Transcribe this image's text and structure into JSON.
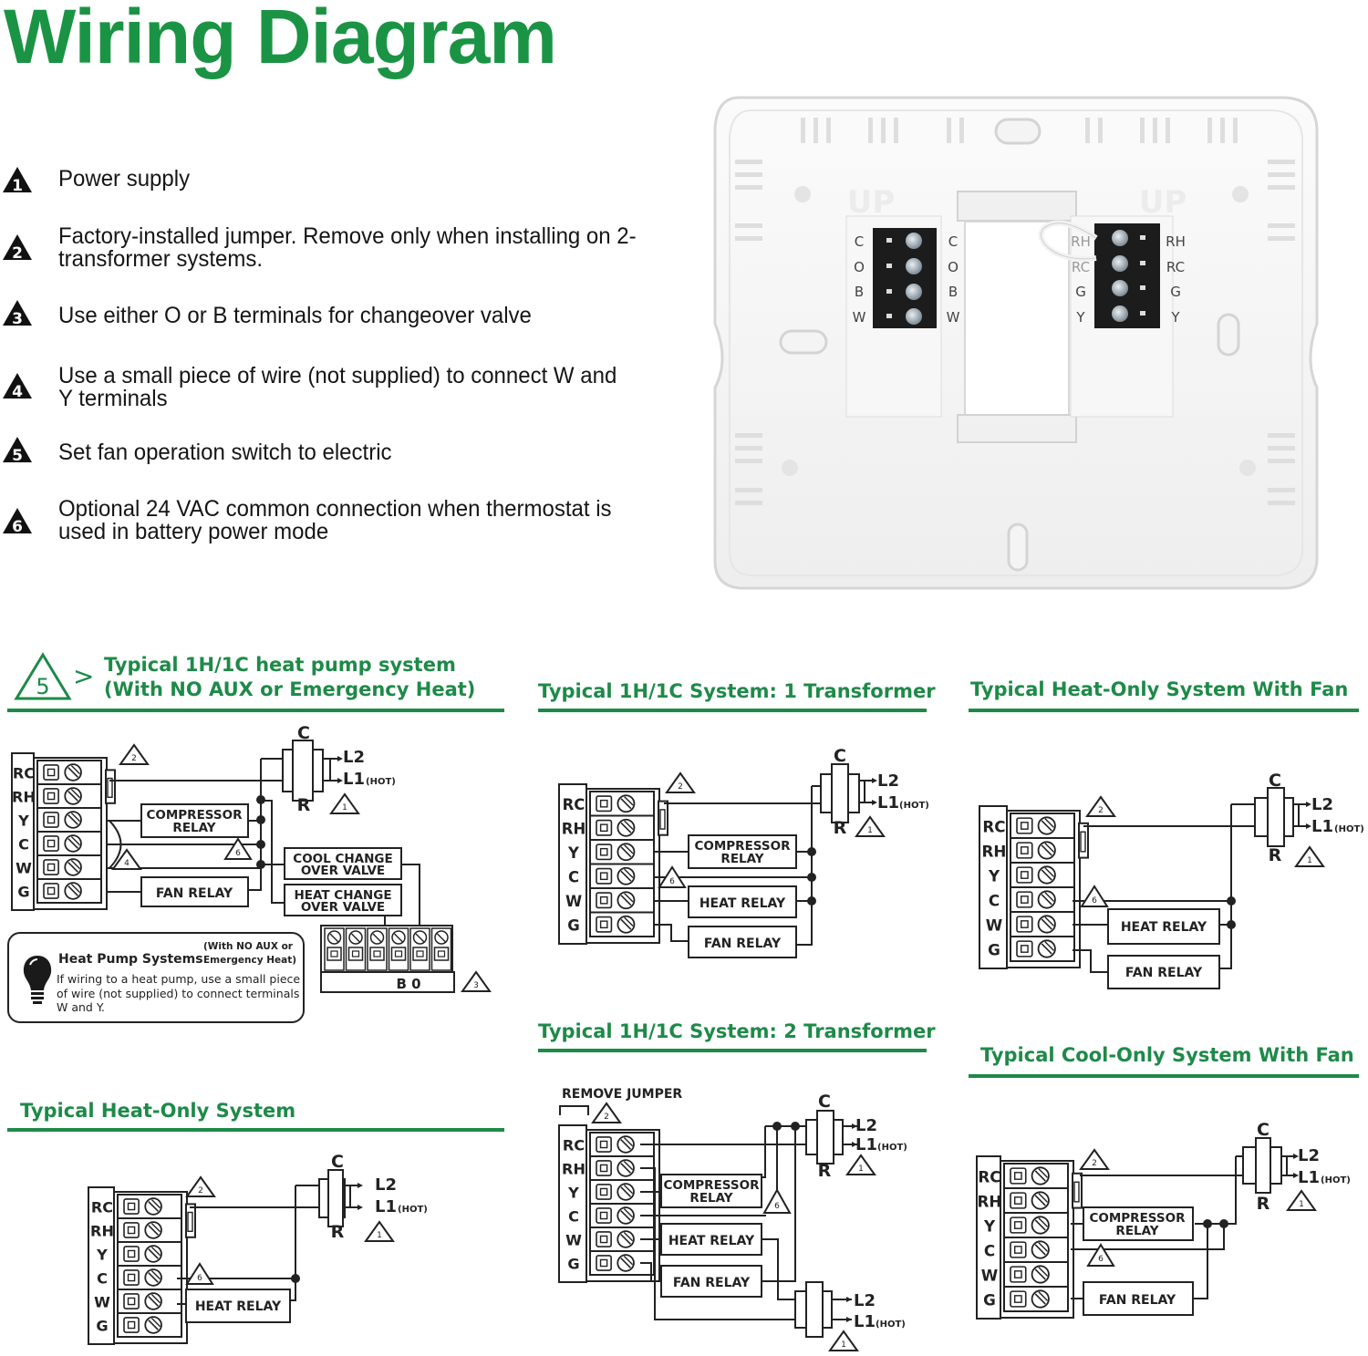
{
  "title": "Wiring Diagram",
  "notes": [
    {
      "num": "1",
      "text": "Power supply"
    },
    {
      "num": "2",
      "text": "Factory-installed jumper. Remove only when installing on 2-transformer systems."
    },
    {
      "num": "3",
      "text": "Use either O or B terminals for changeover valve"
    },
    {
      "num": "4",
      "text": "Use a small piece of wire (not supplied) to connect W and Y terminals"
    },
    {
      "num": "5",
      "text": "Set fan operation switch to electric"
    },
    {
      "num": "6",
      "text": "Optional 24 VAC common connection when thermostat is used in battery power mode"
    }
  ],
  "photo": {
    "left_block_labels": [
      "C",
      "O",
      "B",
      "W"
    ],
    "right_block_labels": [
      "RH",
      "RC",
      "G",
      "Y"
    ],
    "embossed_text": "UP"
  },
  "terminals": [
    "RC",
    "RH",
    "Y",
    "C",
    "W",
    "G"
  ],
  "transformer": {
    "top": "C",
    "bottom": "R",
    "l2": "L2",
    "l1": "L1",
    "hot": "(HOT)"
  },
  "diagrams": {
    "heat_pump": {
      "badge": "5",
      "arrow": ">",
      "title_line1": "Typical 1H/1C heat pump system",
      "title_line2": "(With NO AUX or Emergency Heat)",
      "compressor_relay": [
        "COMPRESSOR",
        "RELAY"
      ],
      "fan_relay": "FAN RELAY",
      "cool_valve": [
        "COOL CHANGE",
        "OVER VALVE"
      ],
      "heat_valve": [
        "HEAT CHANGE",
        "OVER VALVE"
      ],
      "bo_label": "B  0",
      "callout": {
        "heading": "Heat Pump Systems",
        "sub": [
          "(With NO AUX or",
          "Emergency Heat)"
        ],
        "body": "If wiring to a heat pump, use a small piece of wire (not supplied) to connect terminals W and Y."
      }
    },
    "one_transformer": {
      "title": "Typical 1H/1C System: 1 Transformer",
      "compressor_relay": [
        "COMPRESSOR",
        "RELAY"
      ],
      "heat_relay": "HEAT RELAY",
      "fan_relay": "FAN RELAY"
    },
    "heat_only_fan": {
      "title": "Typical Heat-Only System With Fan",
      "heat_relay": "HEAT RELAY",
      "fan_relay": "FAN RELAY"
    },
    "heat_only": {
      "title": "Typical Heat-Only System",
      "heat_relay": "HEAT RELAY"
    },
    "two_transformer": {
      "title": "Typical 1H/1C System: 2 Transformer",
      "remove_jumper": "REMOVE JUMPER",
      "compressor_relay": [
        "COMPRESSOR",
        "RELAY"
      ],
      "heat_relay": "HEAT RELAY",
      "fan_relay": "FAN RELAY"
    },
    "cool_only_fan": {
      "title": "Typical Cool-Only System With Fan",
      "compressor_relay": [
        "COMPRESSOR",
        "RELAY"
      ],
      "fan_relay": "FAN RELAY"
    }
  },
  "colors": {
    "accent": "#1e8a48",
    "title_green": "#1a9444"
  }
}
